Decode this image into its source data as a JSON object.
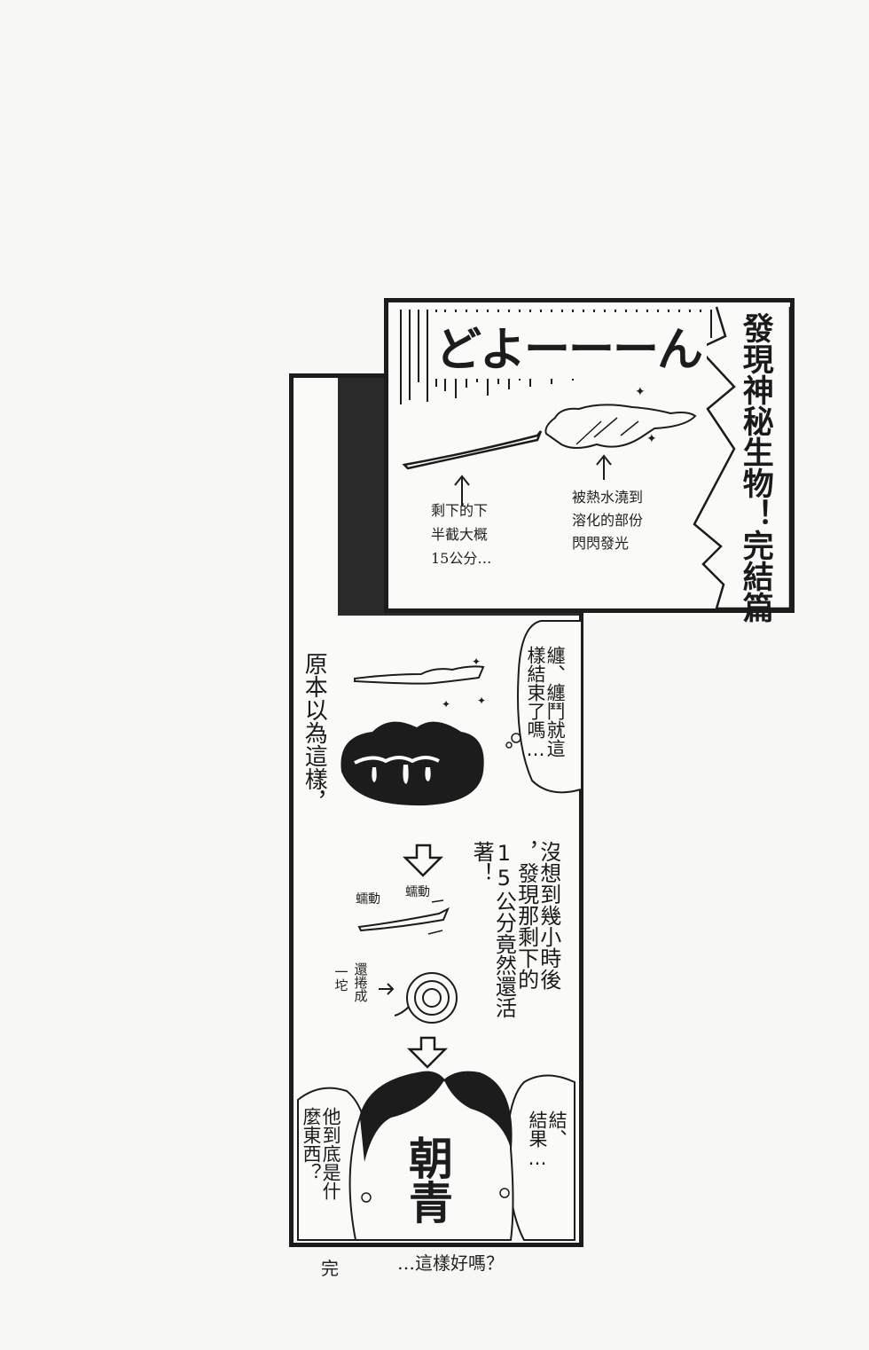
{
  "page": {
    "background": "#f7f7f5",
    "ink": "#1c1c1c"
  },
  "panel_top": {
    "title": "發現神秘生物！完結篇",
    "sfx": "どよーーーん",
    "label_left": [
      "剩下的下",
      "半截大概",
      "15公分…"
    ],
    "label_right": [
      "被熱水澆到",
      "溶化的部份",
      "閃閃發光"
    ]
  },
  "panel_tall": {
    "narration_1": "原本以為這樣，",
    "bubble_1": [
      "纏、纏鬥就這",
      "樣結束了嗎…"
    ],
    "narration_2": [
      "沒想到幾小時後",
      "，發現那剩下的",
      "15公分竟然還活",
      "著！"
    ],
    "sfx_wriggle_1": "蠕動",
    "sfx_wriggle_2": "蠕動",
    "label_coil": [
      "還",
      "捲",
      "成"
    ],
    "label_coil_2": [
      "一",
      "坨"
    ],
    "face_text": "朝青",
    "bubble_left": [
      "他到底是什",
      "麼東西？"
    ],
    "bubble_right": [
      "結、",
      "結果…"
    ]
  },
  "footer": {
    "end_mark": "完",
    "caption": "…這樣好嗎？"
  }
}
